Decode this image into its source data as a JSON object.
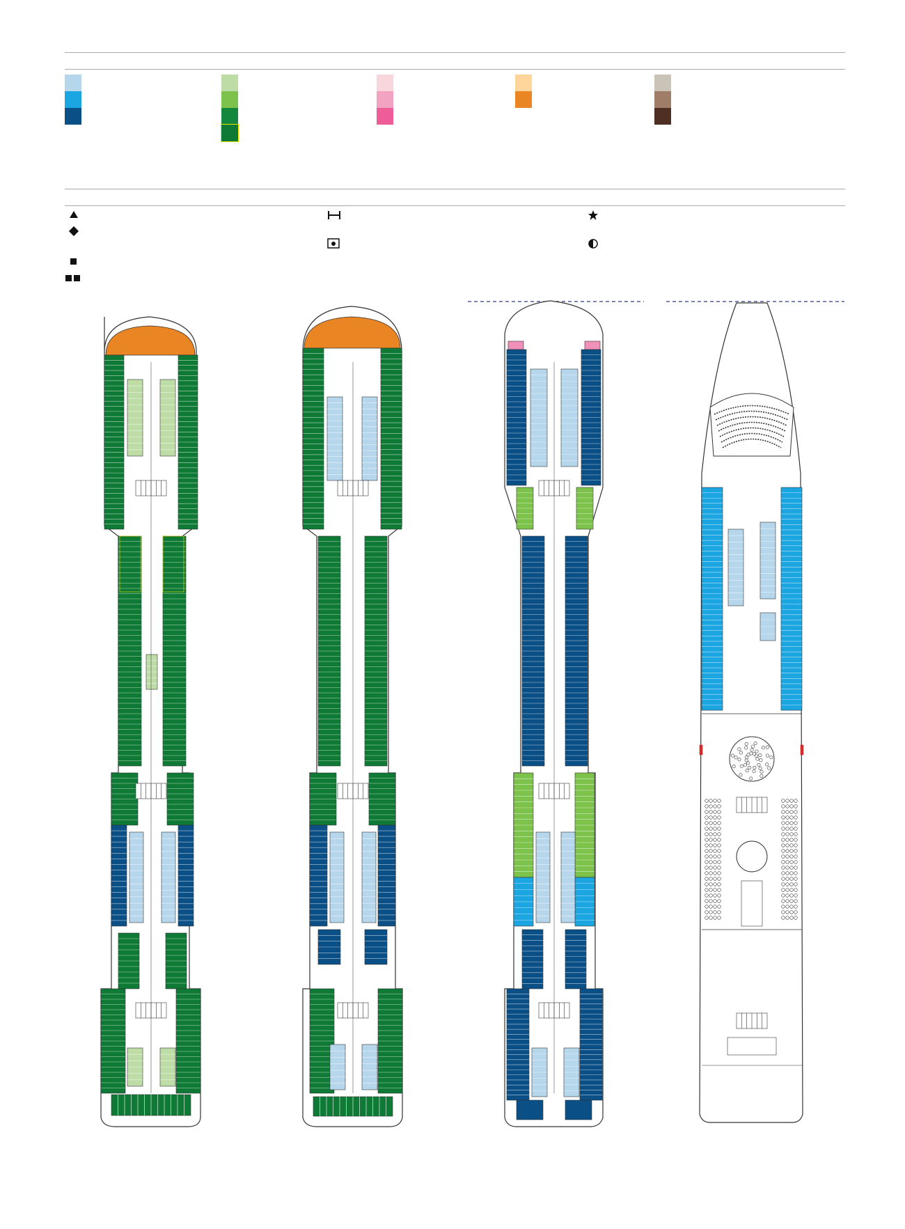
{
  "legend": {
    "categories": [
      {
        "group": "blue",
        "colors": [
          "#b5d6eb",
          "#1ca6e1",
          "#0a4f86"
        ]
      },
      {
        "group": "green",
        "colors": [
          "#bedda6",
          "#7dc24b",
          "#14873e",
          "#0e7a35"
        ]
      },
      {
        "group": "pink",
        "colors": [
          "#f9d6dc",
          "#f2a3c2",
          "#ee5d97"
        ]
      },
      {
        "group": "orange",
        "colors": [
          "#fed59b",
          "#ea8524"
        ]
      },
      {
        "group": "brown",
        "colors": [
          "#cac3b7",
          "#a07d68",
          "#4f2f23"
        ]
      }
    ],
    "symbol_icons": [
      "triangle-icon",
      "diamond-icon",
      "square-icon",
      "double-square-icon",
      "connecting-door-icon",
      "sofa-bed-icon",
      "star-icon",
      "half-circle-icon"
    ]
  },
  "colors": {
    "outline": "#333333",
    "dark_green": "#0e7a35",
    "light_green": "#bedda6",
    "mid_green": "#7dc24b",
    "dark_blue": "#0a4f86",
    "mid_blue": "#1ca6e1",
    "light_blue": "#b5d6eb",
    "orange": "#ea8524",
    "pink": "#ee90b8",
    "dash": "#2a3a7a",
    "yellow_outline": "#f2e500"
  },
  "decks": [
    {
      "id": "deck-1",
      "bow_color": "orange",
      "cabins": "green"
    },
    {
      "id": "deck-2",
      "bow_color": "orange",
      "cabins": "green"
    },
    {
      "id": "deck-3",
      "bow_color": "pink",
      "cabins": "blue"
    },
    {
      "id": "deck-4",
      "bow_color": "none",
      "cabins": "public-areas"
    }
  ]
}
